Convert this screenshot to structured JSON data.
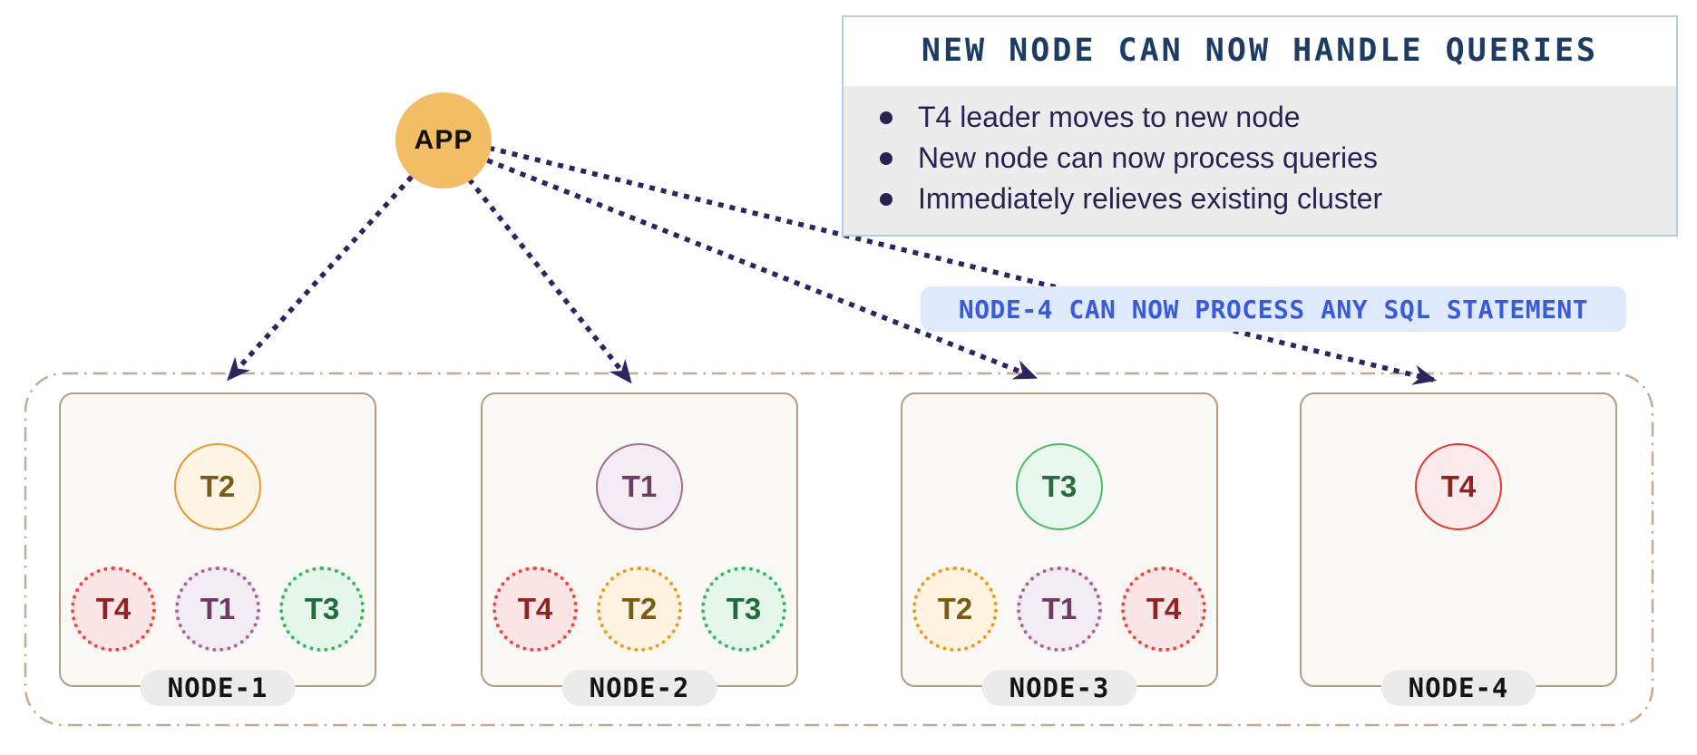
{
  "app": {
    "label": "APP"
  },
  "info_panel": {
    "title": "NEW NODE CAN NOW HANDLE QUERIES",
    "bullets": [
      "T4 leader moves to new node",
      "New node can now process queries",
      "Immediately relieves existing cluster"
    ]
  },
  "callout": {
    "text": "NODE-4 CAN NOW PROCESS ANY SQL STATEMENT"
  },
  "nodes": [
    {
      "name": "NODE-1",
      "leader": {
        "label": "T2",
        "color": "orange"
      },
      "replicas": [
        {
          "label": "T4",
          "color": "red"
        },
        {
          "label": "T1",
          "color": "purple"
        },
        {
          "label": "T3",
          "color": "green"
        }
      ]
    },
    {
      "name": "NODE-2",
      "leader": {
        "label": "T1",
        "color": "purple"
      },
      "replicas": [
        {
          "label": "T4",
          "color": "red"
        },
        {
          "label": "T2",
          "color": "orange"
        },
        {
          "label": "T3",
          "color": "green"
        }
      ]
    },
    {
      "name": "NODE-3",
      "leader": {
        "label": "T3",
        "color": "green"
      },
      "replicas": [
        {
          "label": "T2",
          "color": "orange"
        },
        {
          "label": "T1",
          "color": "purple"
        },
        {
          "label": "T4",
          "color": "red"
        }
      ]
    },
    {
      "name": "NODE-4",
      "leader": {
        "label": "T4",
        "color": "red"
      },
      "replicas": []
    }
  ],
  "colors": {
    "app_fill": "#f2bd64",
    "arrow": "#2b2560",
    "panel_border": "#b5cde3",
    "panel_body_bg": "#ececec",
    "panel_title_text": "#1c3c63",
    "bullet_text": "#2a2153",
    "callout_bg": "#dfe9fc",
    "callout_text": "#3a5bd9",
    "cluster_dash": "#c9a88e",
    "node_border": "#b89b7c",
    "node_bg": "#faf8f5",
    "node_pill_bg": "#ebebeb",
    "tablet_orange": "#e9982f",
    "tablet_purple": "#a76b94",
    "tablet_green": "#3db363",
    "tablet_red": "#e5382e"
  }
}
